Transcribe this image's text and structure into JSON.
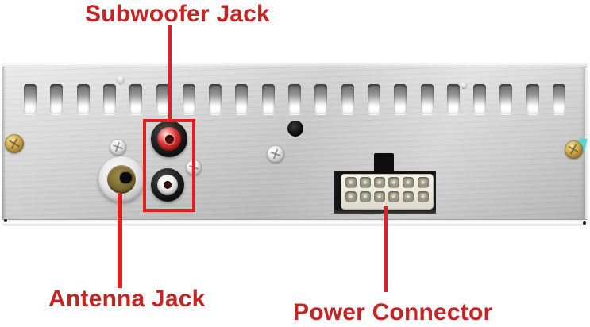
{
  "annotations": {
    "subwoofer": {
      "label": "Subwoofer Jack"
    },
    "antenna": {
      "label": "Antenna Jack"
    },
    "power": {
      "label": "Power Connector"
    }
  },
  "hardware": {
    "vent_slot_count": 21,
    "power_pin_rows": 2,
    "power_pin_cols": 6,
    "power_pin_total": 12,
    "rca_jack_colors": [
      "red",
      "white"
    ]
  },
  "colors": {
    "annotation_text_red": "#c62323",
    "annotation_pointer_red": "#dd2020",
    "rca_red_jack": "#cc2525",
    "antenna_brass": "#7a682f",
    "chassis_silver": "#d2d2d2",
    "power_connector_body": "#ece9dd",
    "power_cutout_black": "#141414",
    "screw_gold": "#c1a050",
    "paint_mark_cyan": "#57d6d6",
    "background_white": "#ffffff"
  }
}
